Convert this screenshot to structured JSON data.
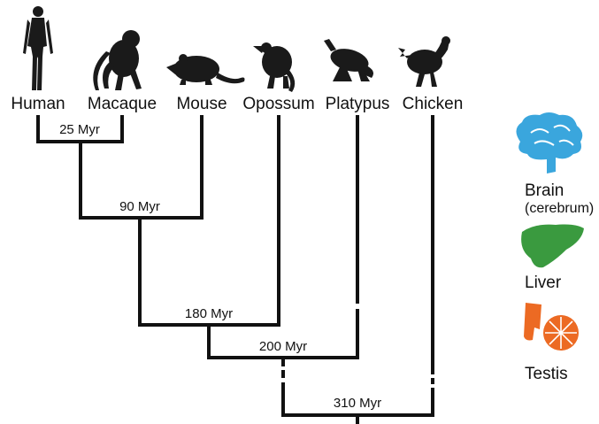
{
  "species": [
    {
      "name": "Human",
      "icon": "human-icon"
    },
    {
      "name": "Macaque",
      "icon": "macaque-icon"
    },
    {
      "name": "Mouse",
      "icon": "mouse-icon"
    },
    {
      "name": "Opossum",
      "icon": "opossum-icon"
    },
    {
      "name": "Platypus",
      "icon": "platypus-icon"
    },
    {
      "name": "Chicken",
      "icon": "chicken-icon"
    }
  ],
  "divergences": [
    {
      "label": "25 Myr"
    },
    {
      "label": "90 Myr"
    },
    {
      "label": "180 Myr"
    },
    {
      "label": "200 Myr"
    },
    {
      "label": "310 Myr"
    }
  ],
  "organs": [
    {
      "name": "Brain",
      "sub": "(cerebrum)",
      "color": "#3aa6dd",
      "icon": "brain-icon"
    },
    {
      "name": "Liver",
      "sub": "",
      "color": "#3a9a3f",
      "icon": "liver-icon"
    },
    {
      "name": "Testis",
      "sub": "",
      "color": "#ec6a23",
      "icon": "testis-icon"
    }
  ]
}
